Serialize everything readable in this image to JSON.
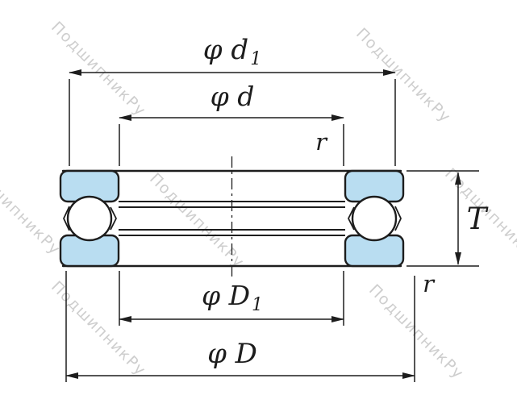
{
  "diagram": {
    "colors": {
      "line": "#1d1d1d",
      "ring_fill": "#b9ddf1",
      "watermark": "#c3c3c3",
      "background": "#ffffff"
    },
    "labels": {
      "d1_main": "φ d",
      "d1_sub": "1",
      "d": "φ d",
      "r_top": "r",
      "t": "T",
      "D1_main": "φ D",
      "D1_sub": "1",
      "D": "φ D",
      "r_bottom": "r"
    },
    "watermark": {
      "text": "ПодшипникРу"
    }
  }
}
